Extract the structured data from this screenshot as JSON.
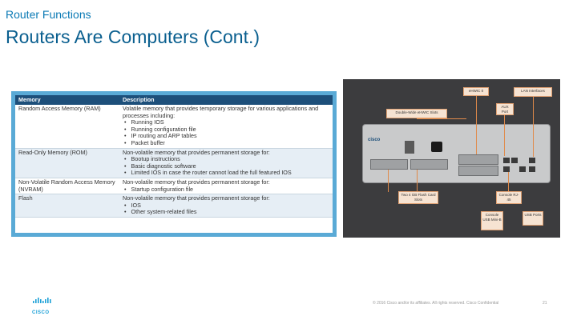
{
  "header": {
    "section": "Router Functions",
    "title": "Routers Are Computers (Cont.)"
  },
  "memory_table": {
    "headers": [
      "Memory",
      "Description"
    ],
    "rows": [
      {
        "memory": "Random Access Memory (RAM)",
        "description": "Volatile memory that provides temporary storage for various applications and processes including:",
        "items": [
          "Running IOS",
          "Running configuration file",
          "IP routing and ARP tables",
          "Packet buffer"
        ]
      },
      {
        "memory": "Read-Only Memory (ROM)",
        "description": "Non-volatile memory that provides permanent storage for:",
        "items": [
          "Bootup instructions",
          "Basic diagnostic software",
          "Limited IOS in case the router cannot load the full featured IOS"
        ]
      },
      {
        "memory": "Non-Volatile Random Access Memory (NVRAM)",
        "description": "Non-volatile memory that provides permanent storage for:",
        "items": [
          "Startup configuration file"
        ]
      },
      {
        "memory": "Flash",
        "description": "Non-volatile memory that provides permanent storage for:",
        "items": [
          "IOS",
          "Other system-related files"
        ]
      }
    ]
  },
  "router_image": {
    "brand": "cisco",
    "callouts": {
      "ehwic0": "eHWIC 0",
      "lan": "LAN Interfaces",
      "double_wide": "Double-Wide eHWIC Slots",
      "aux": "AUX Port",
      "compact_flash": "Two 4 GB Flash Card Slots",
      "console_rj45": "Console RJ-45",
      "console_usb": "Console USB Mini-B",
      "usb": "USB Ports"
    }
  },
  "footer": {
    "copyright": "© 2016 Cisco and/or its affiliates. All rights reserved.   Cisco Confidential",
    "page": "21",
    "logo_text": "CISCO"
  },
  "colors": {
    "title_blue": "#0a5f8f",
    "table_header": "#1d4f7a",
    "callout_border": "#e0a172"
  }
}
